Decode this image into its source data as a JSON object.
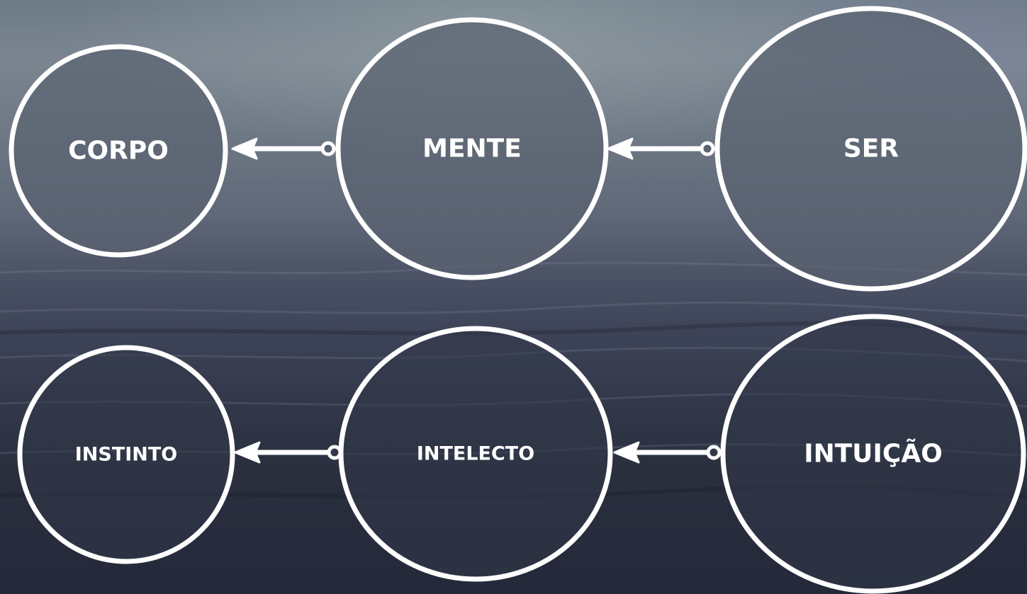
{
  "nodes": {
    "corpo": "CORPO",
    "mente": "MENTE",
    "ser": "SER",
    "instinto": "INSTINTO",
    "intelecto": "INTELECTO",
    "intuicao": "INTUIÇÃO"
  },
  "colors": {
    "stroke": "#ffffff",
    "node_fill": "#5d6673",
    "text": "#ffffff"
  }
}
